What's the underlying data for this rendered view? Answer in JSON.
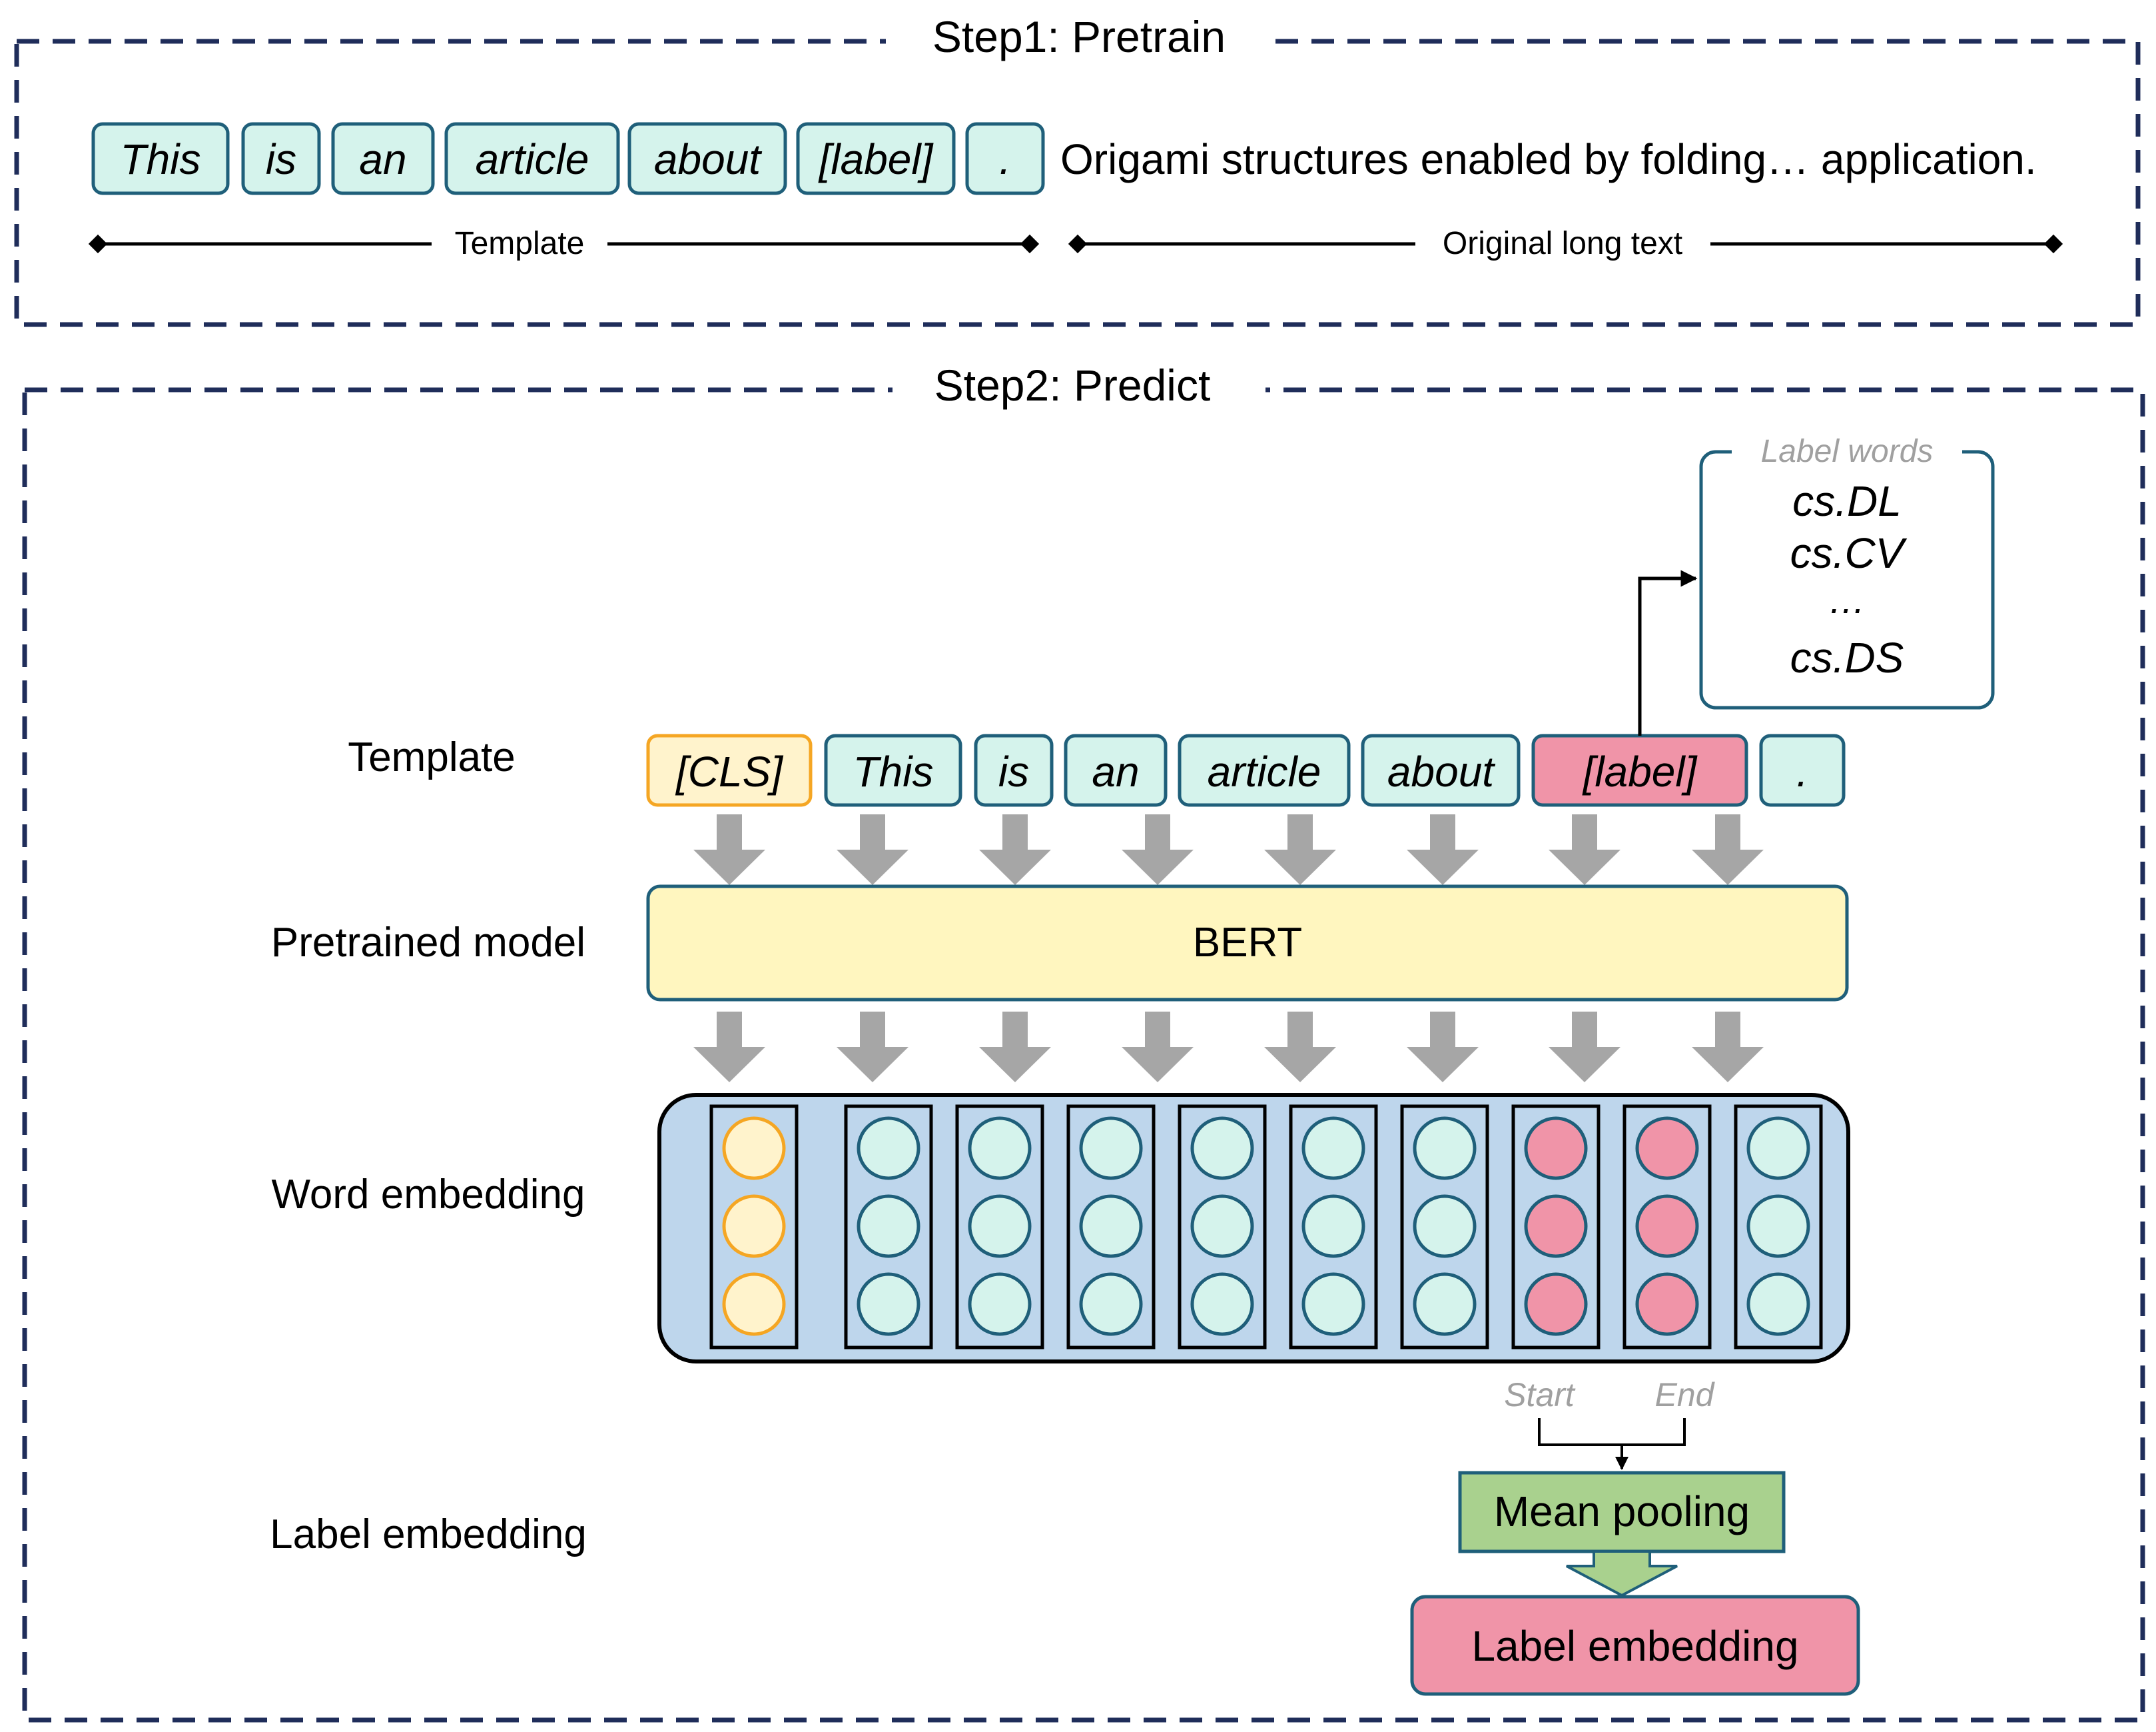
{
  "step1": {
    "title": "Step1: Pretrain",
    "tokens": [
      "This",
      "is",
      "an",
      "article",
      "about",
      "[label]",
      "."
    ],
    "long_text": "Origami structures enabled by folding… application.",
    "template_label": "Template",
    "original_label": "Original long text"
  },
  "step2": {
    "title": "Step2: Predict",
    "row_labels": {
      "template": "Template",
      "pretrained": "Pretrained model",
      "word_embedding": "Word embedding",
      "label_embedding": "Label embedding"
    },
    "tokens": [
      "[CLS]",
      "This",
      "is",
      "an",
      "article",
      "about",
      "[label]",
      "."
    ],
    "model_name": "BERT",
    "label_words": {
      "title": "Label words",
      "items": [
        "cs.DL",
        "cs.CV",
        "…",
        "cs.DS"
      ]
    },
    "start_label": "Start",
    "end_label": "End",
    "mean_pooling": "Mean pooling",
    "label_embedding_box": "Label embedding"
  },
  "colors": {
    "frame_dash": "#1f2d5a",
    "token_fill": "#d5f3ec",
    "token_stroke": "#1f5f7a",
    "cls_fill": "#fff3cc",
    "cls_stroke": "#f5a623",
    "label_fill": "#f094a8",
    "label_stroke": "#1f5f7a",
    "bert_fill": "#fff6bf",
    "embed_bg": "#bed6ec",
    "arrow_gray": "#a6a6a6",
    "pool_fill": "#a9d18e",
    "label_box_fill": "#f094a8"
  }
}
